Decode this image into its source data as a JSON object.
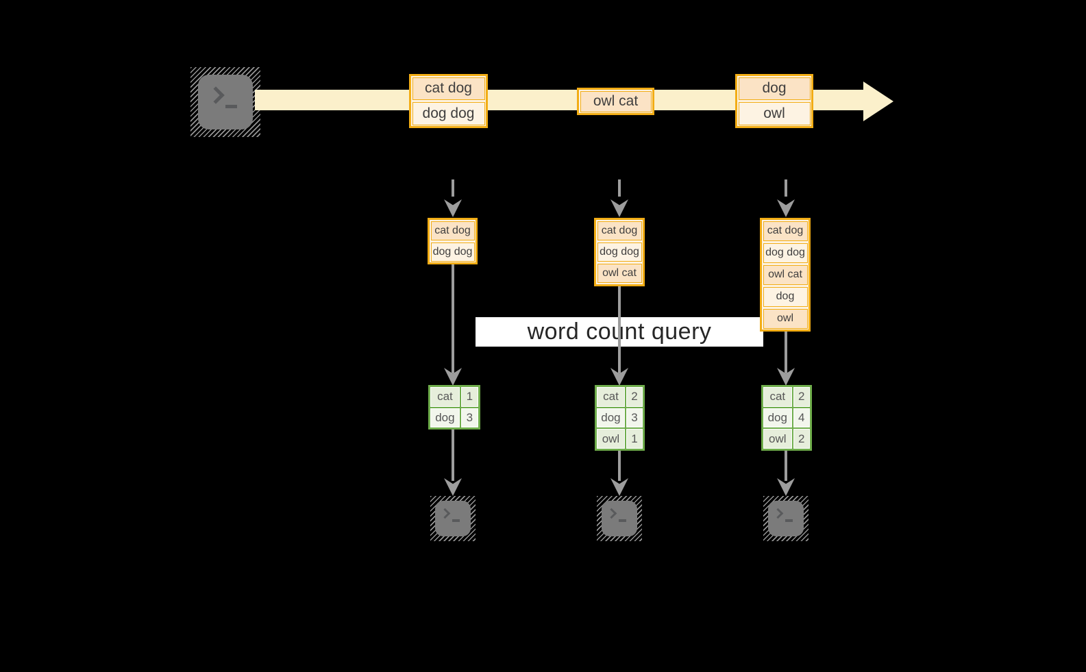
{
  "label": {
    "text": "word count query"
  },
  "stream": {
    "events": [
      {
        "rows": [
          "cat dog",
          "dog dog"
        ]
      },
      {
        "rows": [
          "owl cat"
        ]
      },
      {
        "rows": [
          "dog",
          "owl"
        ]
      }
    ]
  },
  "pipelines": [
    {
      "buffer": [
        "cat dog",
        "dog dog"
      ],
      "counts": [
        [
          "cat",
          "1"
        ],
        [
          "dog",
          "3"
        ]
      ]
    },
    {
      "buffer": [
        "cat dog",
        "dog dog",
        "owl cat"
      ],
      "counts": [
        [
          "cat",
          "2"
        ],
        [
          "dog",
          "3"
        ],
        [
          "owl",
          "1"
        ]
      ]
    },
    {
      "buffer": [
        "cat dog",
        "dog dog",
        "owl cat",
        "dog",
        "owl"
      ],
      "counts": [
        [
          "cat",
          "2"
        ],
        [
          "dog",
          "4"
        ],
        [
          "owl",
          "2"
        ]
      ]
    }
  ],
  "colors": {
    "background": "#000000",
    "stream_band": "#fbf0cb",
    "event_border": "#f2ad15",
    "event_fill_dark": "#fbe3c5",
    "event_fill_light": "#fdf3e3",
    "table_border": "#6fad4b",
    "table_fill_dark": "#e6eedb",
    "table_fill_light": "#f2f6ec",
    "arrow_gray": "#9d9d9d",
    "terminal_gray": "#7b7b7b",
    "label_bg": "#ffffff"
  }
}
